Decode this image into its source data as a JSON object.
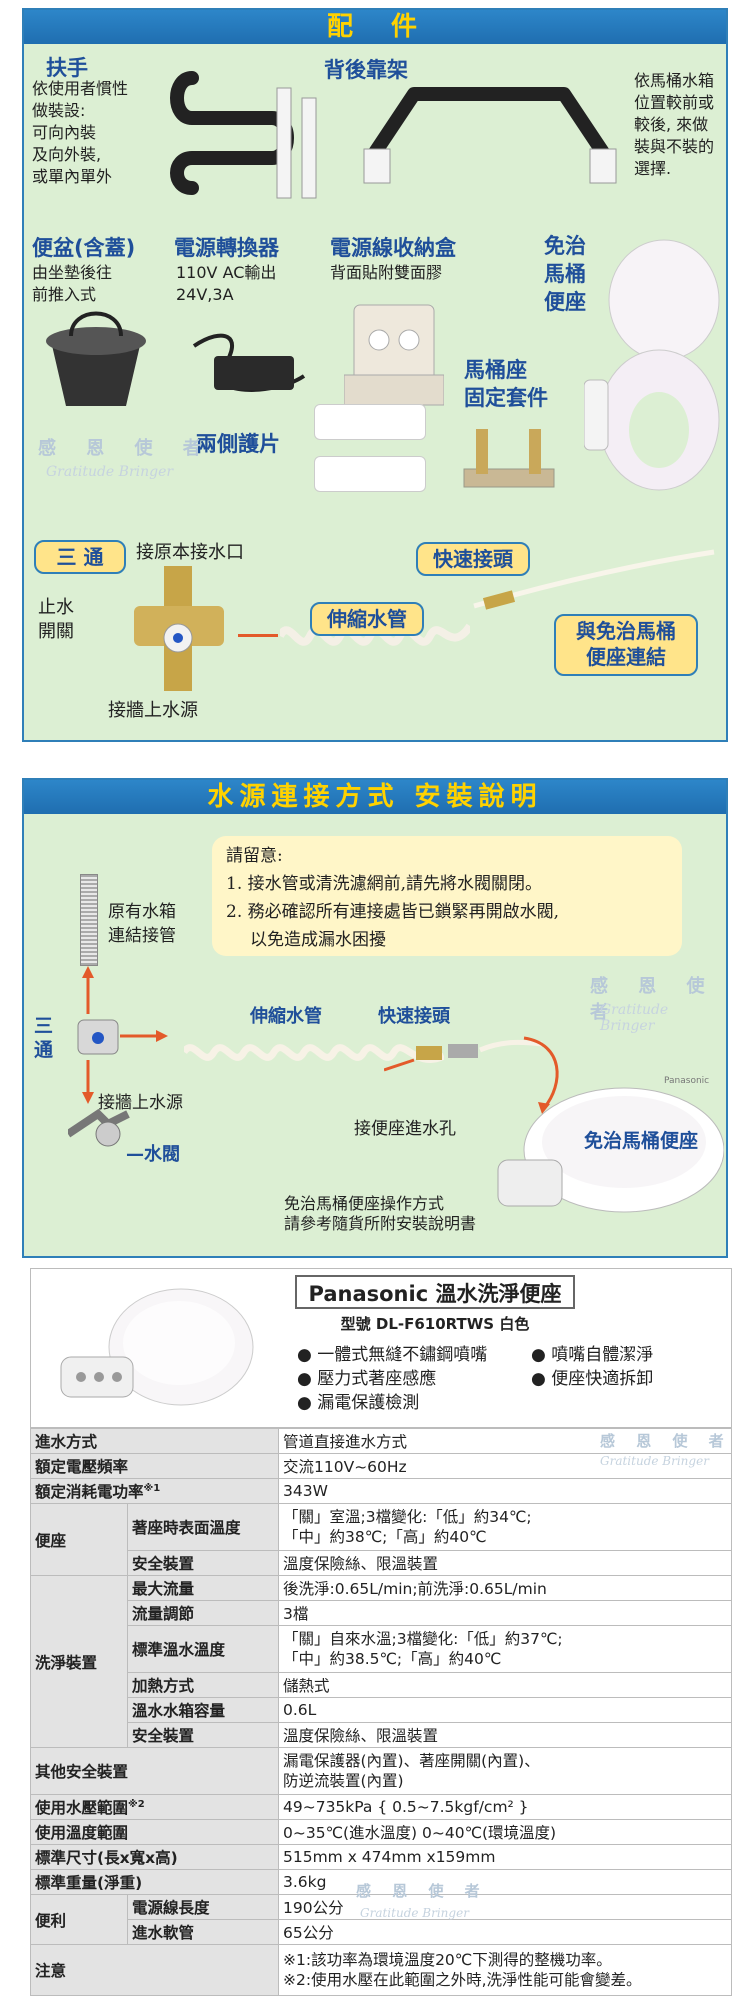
{
  "section1": {
    "banner": "配　件",
    "handle_title": "扶手",
    "handle_desc": [
      "依使用者慣性",
      "做裝設:",
      "可向內裝",
      "及向外裝,",
      "或單內單外"
    ],
    "backrest_title": "背後靠架",
    "backrest_desc": [
      "依馬桶水箱",
      "位置較前或",
      "較後, 來做",
      "裝與不裝的",
      "選擇."
    ],
    "bedpan_title": "便盆(含蓋)",
    "bedpan_desc": [
      "由坐墊後往",
      "前推入式"
    ],
    "adapter_title": "電源轉換器",
    "adapter_desc": [
      "110V AC輸出",
      "24V,3A"
    ],
    "cablebox_title": "電源線收納盒",
    "cablebox_desc": "背面貼附雙面膠",
    "seat_title": [
      "免治",
      "馬桶",
      "便座"
    ],
    "sidepads_title": "兩側護片",
    "fixkit_title": [
      "馬桶座",
      "固定套件"
    ],
    "tee_label": "三 通",
    "connect_original": "接原本接水口",
    "stop_valve": [
      "止水",
      "開關"
    ],
    "wall_source": "接牆上水源",
    "quick_joint": "快速接頭",
    "flex_hose": "伸縮水管",
    "seat_connect": [
      "與免治馬桶",
      "便座連結"
    ]
  },
  "section2": {
    "banner": "水源連接方式 安裝說明",
    "notice_title": "請留意:",
    "notice_1": "1. 接水管或清洗濾網前,請先將水閥關閉。",
    "notice_2a": "2. 務必確認所有連接處皆已鎖緊再開啟水閥,",
    "notice_2b": "以免造成漏水困擾",
    "tank_joint": [
      "原有水箱",
      "連結接管"
    ],
    "tee": [
      "三",
      "通"
    ],
    "wall_source": "接牆上水源",
    "valve": "水閥",
    "flex_hose": "伸縮水管",
    "quick_joint": "快速接頭",
    "seat_inlet": "接便座進水孔",
    "seat_label": "免治馬桶便座",
    "manual_note": [
      "免治馬桶便座操作方式",
      "請參考隨貨所附安裝說明書"
    ],
    "seat_brand": "Panasonic"
  },
  "watermark": {
    "cn": "感 恩 使 者",
    "en": "Gratitude Bringer"
  },
  "product": {
    "title": "Panasonic 溫水洗淨便座",
    "model": "型號 DL-F610RTWS 白色",
    "features_left": [
      "一體式無縫不鏽鋼噴嘴",
      "壓力式著座感應",
      "漏電保護檢測"
    ],
    "features_right": [
      "噴嘴自體潔淨",
      "便座快適拆卸"
    ]
  },
  "specs": {
    "water_in_label": "進水方式",
    "water_in_value": "管道直接進水方式",
    "voltage_label": "額定電壓頻率",
    "voltage_value": "交流110V~60Hz",
    "power_label": "額定消耗電功率",
    "power_sup": "※1",
    "power_value": "343W",
    "seat_label": "便座",
    "seat_temp_label": "著座時表面溫度",
    "seat_temp_value_1": "「關」室溫;3檔變化:「低」約34℃;",
    "seat_temp_value_2": "「中」約38℃;「高」約40℃",
    "seat_safety_label": "安全裝置",
    "seat_safety_value": "溫度保險絲、限溫裝置",
    "wash_label": "洗淨裝置",
    "max_flow_label": "最大流量",
    "max_flow_value": "後洗淨:0.65L/min;前洗淨:0.65L/min",
    "flow_adj_label": "流量調節",
    "flow_adj_value": "3檔",
    "water_temp_label": "標準溫水溫度",
    "water_temp_value_1": "「關」自來水溫;3檔變化:「低」約37℃;",
    "water_temp_value_2": "「中」約38.5℃;「高」約40℃",
    "heating_label": "加熱方式",
    "heating_value": "儲熱式",
    "tank_label": "溫水水箱容量",
    "tank_value": "0.6L",
    "wash_safety_label": "安全裝置",
    "wash_safety_value": "溫度保險絲、限溫裝置",
    "other_safety_label": "其他安全裝置",
    "other_safety_value_1": "漏電保護器(內置)、著座開關(內置)、",
    "other_safety_value_2": "防逆流裝置(內置)",
    "pressure_label": "使用水壓範圍",
    "pressure_sup": "※2",
    "pressure_value": "49~735kPa { 0.5~7.5kgf/cm² }",
    "temp_range_label": "使用溫度範圍",
    "temp_range_value": "0~35℃(進水溫度) 0~40℃(環境溫度)",
    "size_label": "標準尺寸(長x寬x高)",
    "size_value": "515mm x 474mm x159mm",
    "weight_label": "標準重量(淨重)",
    "weight_value": "3.6kg",
    "convenience_label": "便利",
    "cord_label": "電源線長度",
    "cord_value": "190公分",
    "hose_label": "進水軟管",
    "hose_value": "65公分",
    "notes_label": "注意",
    "note_1": "※1:該功率為環境溫度20℃下測得的整機功率。",
    "note_2": "※2:使用水壓在此範圍之外時,洗淨性能可能會變差。"
  },
  "colors": {
    "banner": "#2d86c9",
    "banner_text": "#ffd200",
    "panel_bg": "#dcefd3",
    "heading_blue": "#1f4f9a",
    "arrow": "#e35a2a",
    "pill_bg": "#ffe48a"
  }
}
